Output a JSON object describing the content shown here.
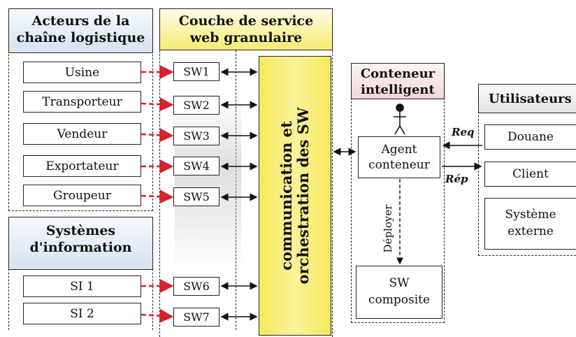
{
  "acteurs": {
    "title": "Acteurs de la chaîne logistique",
    "items": [
      "Usine",
      "Transporteur",
      "Vendeur",
      "Exportateur",
      "Groupeur"
    ]
  },
  "systemes": {
    "title": "Systèmes d'information",
    "items": [
      "SI 1",
      "SI 2"
    ]
  },
  "couche": {
    "title": "Couche de service web granulaire",
    "services": [
      "SW1",
      "SW2",
      "SW3",
      "SW4",
      "SW5",
      "SW6",
      "SW7"
    ],
    "orchestration": "communication et orchestration des SW"
  },
  "conteneur": {
    "title": "Conteneur intelligent",
    "agent": "Agent conteneur",
    "deploy": "Déployer",
    "composite": "SW composite"
  },
  "utilisateurs": {
    "title": "Utilisateurs",
    "items": [
      "Douane",
      "Client",
      "Système externe"
    ],
    "req": "Req",
    "rep": "Rép"
  },
  "colors": {
    "header_blue": "#d7e2f1",
    "header_yellow": "#f5ec72",
    "header_pink": "#f2d7d8",
    "orchestration_fill": "#f4e95c",
    "arrow_red": "#d9202a"
  }
}
